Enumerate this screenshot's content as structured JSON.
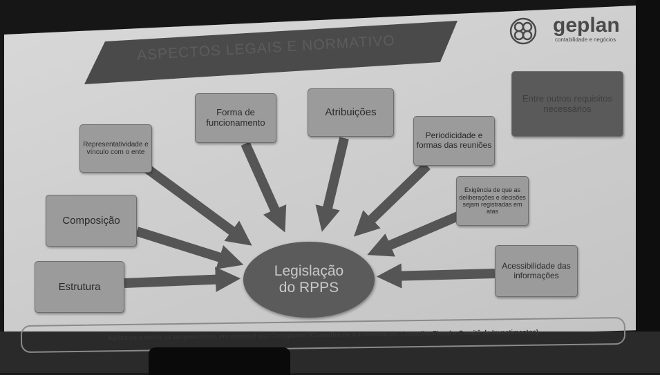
{
  "slide": {
    "title": "ASPECTOS LEGAIS E NORMATIVO",
    "logo_text": "geplan",
    "logo_subtitle": "contabilidade e negócios"
  },
  "center": {
    "line1": "Legislação",
    "line2": "do RPPS"
  },
  "boxes": {
    "representatividade": "Representatividade e vínculo com o ente",
    "forma": "Forma de funcionamento",
    "atribuicoes": "Atribuições",
    "periodicidade": "Periodicidade e formas das reuniões",
    "entre_outros": "Entre outros requisitos necessários",
    "composicao": "Composição",
    "exigencia": "Exigência de que as deliberações e decisões sejam registradas em atas",
    "estrutura": "Estrutura",
    "acessibilidade": "Acessibilidade das informações"
  },
  "footer": "Aplica-se a todos os responsáveis, em especial aos Colegiados (Conselho de Administração, Conselho Fiscal e Comitê de Investimentos)",
  "colors": {
    "box_fill": "#7c7c7c",
    "center_fill": "#5b5b5b",
    "arrow_fill": "#555555",
    "screen_bg": "#cfcfcf"
  }
}
